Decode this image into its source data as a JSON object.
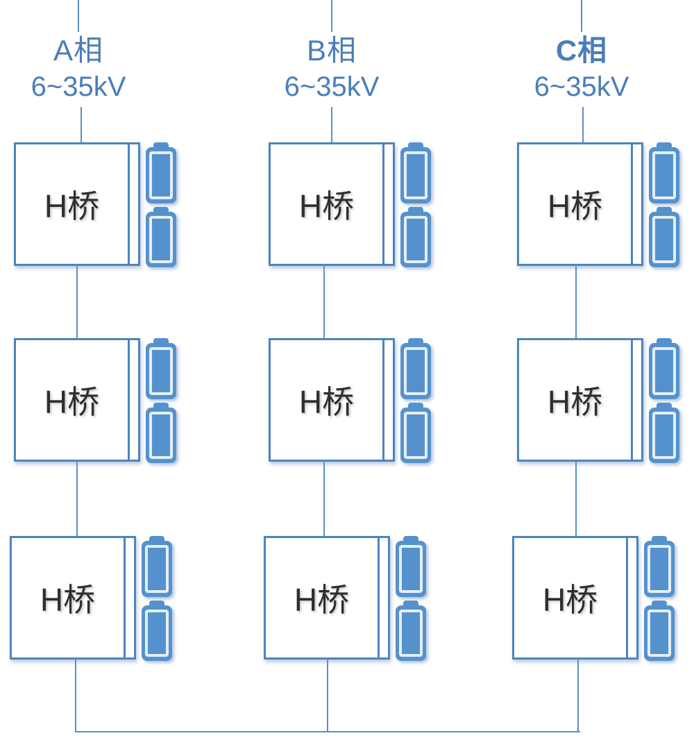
{
  "colors": {
    "line_blue": "#5b8fc7",
    "border_blue": "#4c84be",
    "battery_fill": "#5592cd",
    "label_blue": "#4a7eb8",
    "box_text": "#2e2e2e",
    "background": "#ffffff"
  },
  "phases": [
    {
      "phase_label": "A相",
      "voltage_label": "6~35kV",
      "units": [
        "H桥",
        "H桥",
        "H桥"
      ]
    },
    {
      "phase_label": "B相",
      "voltage_label": "6~35kV",
      "units": [
        "H桥",
        "H桥",
        "H桥"
      ]
    },
    {
      "phase_label": "C相",
      "voltage_label": "6~35kV",
      "units": [
        "H桥",
        "H桥",
        "H桥"
      ]
    }
  ]
}
